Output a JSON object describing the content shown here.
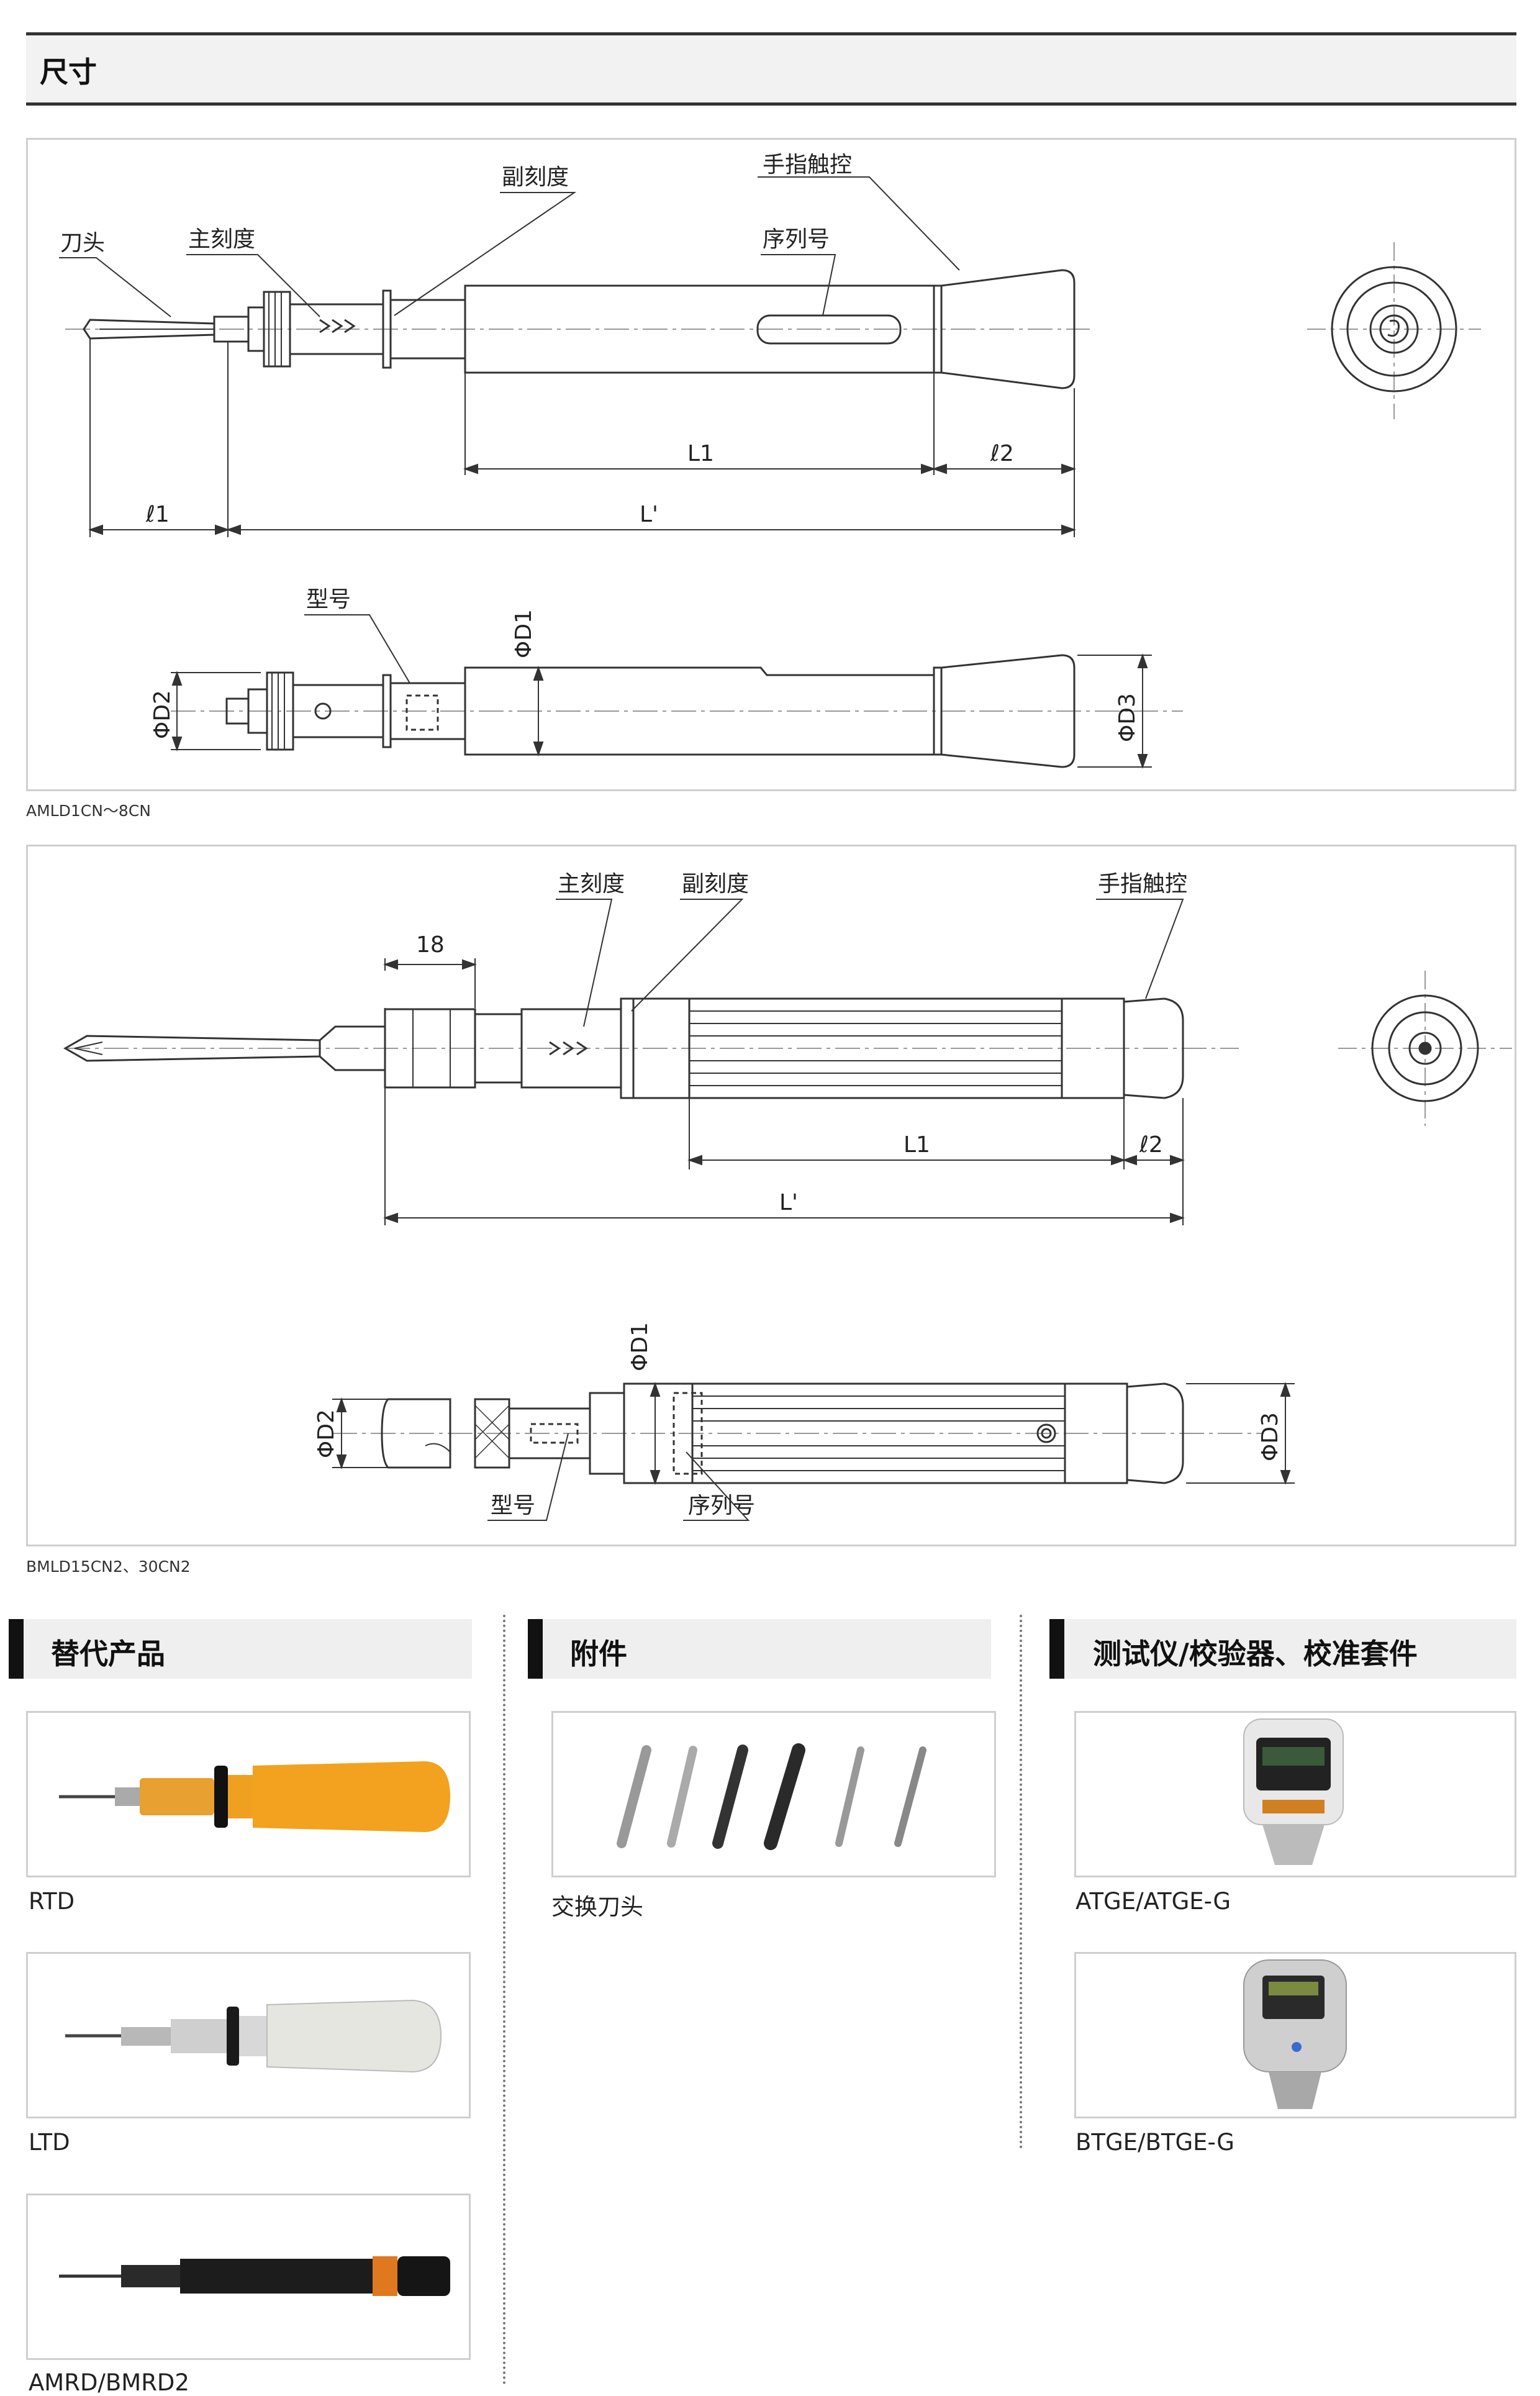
{
  "header": {
    "title": "尺寸"
  },
  "drawing1": {
    "labels": {
      "bit": "刀头",
      "main_scale": "主刻度",
      "sub_scale": "副刻度",
      "finger_grip": "手指触控",
      "serial": "序列号",
      "model": "型号",
      "L1": "L1",
      "l2": "ℓ2",
      "l1": "ℓ1",
      "Lp": "L'",
      "D1": "ΦD1",
      "D2": "ΦD2",
      "D3": "ΦD3"
    },
    "caption": "AMLD1CN～8CN"
  },
  "drawing2": {
    "labels": {
      "main_scale": "主刻度",
      "sub_scale": "副刻度",
      "finger_grip": "手指触控",
      "dim18": "18",
      "L1": "L1",
      "l2": "ℓ2",
      "Lp": "L'",
      "D1": "ΦD1",
      "D2": "ΦD2",
      "D3": "ΦD3",
      "model": "型号",
      "serial": "序列号"
    },
    "caption": "BMLD15CN2、30CN2"
  },
  "sections": {
    "alternatives": {
      "title": "替代产品",
      "items": [
        {
          "label": "RTD"
        },
        {
          "label": "LTD"
        },
        {
          "label": "AMRD/BMRD2"
        }
      ]
    },
    "accessories": {
      "title": "附件",
      "items": [
        {
          "label": "交换刀头"
        }
      ]
    },
    "testers": {
      "title": "测试仪/校验器、校准套件",
      "items": [
        {
          "label": "ATGE/ATGE-G"
        },
        {
          "label": "BTGE/BTGE-G"
        }
      ]
    }
  },
  "colors": {
    "rtd_handle": "#f0a020",
    "ltd_handle": "#e6e6e0",
    "amrd_body": "#1c1c1c",
    "accent_orange": "#e07820"
  }
}
